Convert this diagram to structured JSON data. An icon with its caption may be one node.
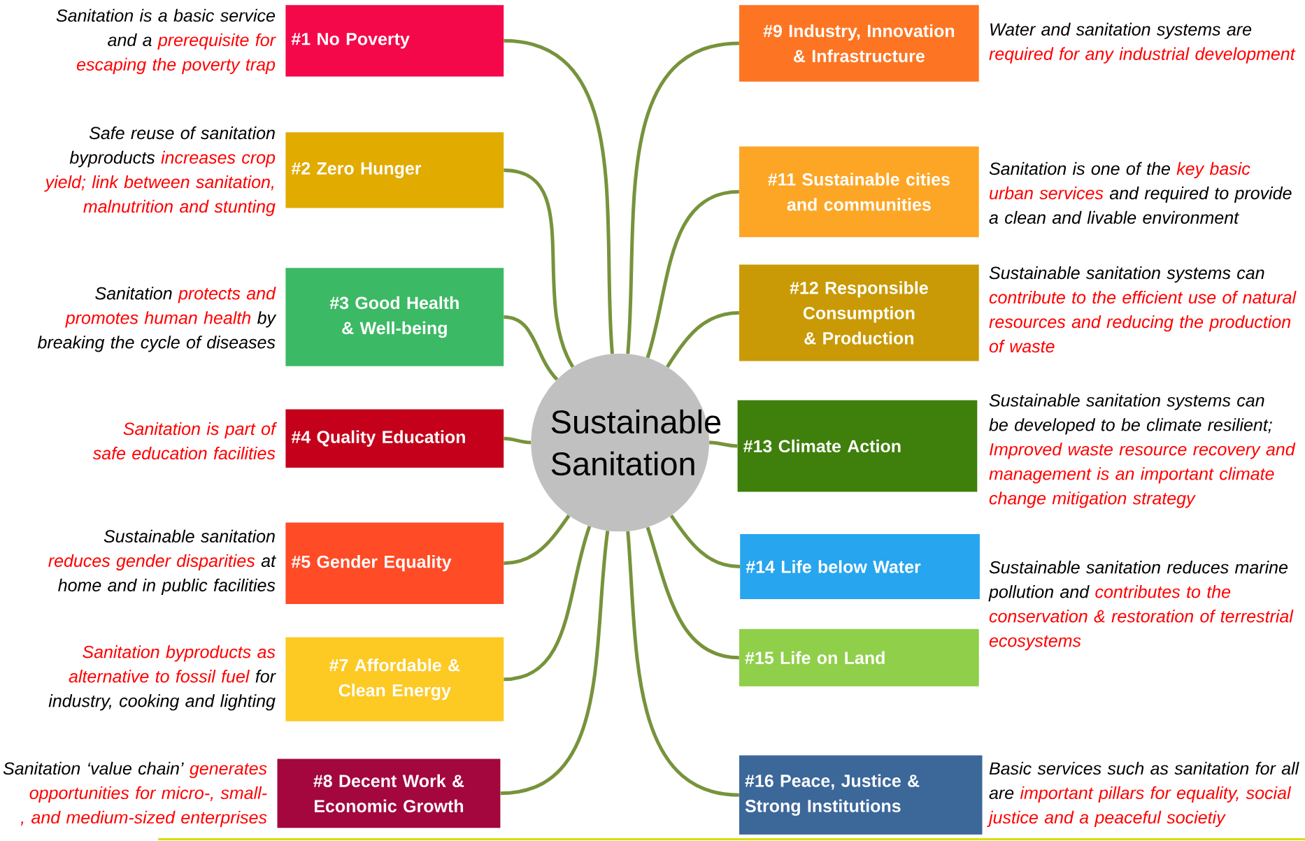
{
  "diagram": {
    "nodes": [
      {
        "text": [
          "Sustainable Sanitation"
        ]
      },
      {
        "text": [
          "#1 No Poverty"
        ],
        "beside": [
          "Sanitation is a basic service and a",
          "prerequisite for escaping the poverty trap"
        ]
      },
      {
        "text": [
          "#2 Zero Hunger"
        ],
        "beside": [
          "Safe reuse of sanitation byproducts",
          "increases crop yield; link between sanitation, malnutrition and stunting"
        ]
      },
      {
        "text": [
          "#3 Good Health & Well-being"
        ],
        "beside": [
          "Sanitation",
          "protects and promotes human health",
          "by breaking the cycle of diseases"
        ]
      },
      {
        "text": [
          "#4 Quality Education"
        ],
        "beside": [
          "Sanitation is part of safe education facilities"
        ]
      },
      {
        "text": [
          "#5 Gender Equality"
        ],
        "beside": [
          "Sustainable sanitation",
          "reduces gender disparities",
          "at home and in public facilities"
        ]
      },
      {
        "text": [
          "#7 Affordable & Clean Energy"
        ],
        "beside": [
          "Sanitation byproducts as alternative to fossil fuel",
          "for industry, cooking and lighting"
        ]
      },
      {
        "text": [
          "#8 Decent Work & Economic Growth"
        ],
        "beside": [
          "Sanitation ‘value chain’",
          "generates opportunities for micro-, small-, and medium-sized enterprises"
        ]
      },
      {
        "text": [
          "#9 Industry, Innovation & Infrastructure"
        ],
        "beside": [
          "Water and sanitation systems are",
          "required for any industrial development"
        ]
      },
      {
        "text": [
          "#11 Sustainable cities and communities"
        ],
        "beside": [
          "Sanitation is one of the",
          "key basic urban services",
          "and required to provide a clean and livable environment"
        ]
      },
      {
        "text": [
          "#12 Responsible Consumption & Production"
        ],
        "beside": [
          "Sustainable sanitation systems can",
          "contribute to the efficient use of natural resources and reducing the production of waste"
        ]
      },
      {
        "text": [
          "#13 Climate Action"
        ],
        "beside": [
          "Sustainable sanitation systems can be developed to be climate resilient;",
          "Improved waste resource recovery and management is an important climate change mitigation strategy"
        ]
      },
      {
        "text": [
          "#14 Life below Water"
        ],
        "beside": [
          "Sustainable sanitation reduces marine pollution and",
          "contributes to the conservation & restoration of terrestrial ecosystems"
        ]
      },
      {
        "text": [
          "#15 Life on Land"
        ]
      },
      {
        "text": [
          "#16 Peace, Justice & Strong Institutions"
        ],
        "beside": [
          "Basic services such as sanitation for all are",
          "important pillars for equality, social justice and a peaceful societiy"
        ]
      }
    ],
    "edges": [
      {
        "from": 0,
        "to": 1,
        "arrow": "none"
      },
      {
        "from": 0,
        "to": 2,
        "arrow": "none"
      },
      {
        "from": 0,
        "to": 3,
        "arrow": "none"
      },
      {
        "from": 0,
        "to": 4,
        "arrow": "none"
      },
      {
        "from": 0,
        "to": 5,
        "arrow": "none"
      },
      {
        "from": 0,
        "to": 6,
        "arrow": "none"
      },
      {
        "from": 0,
        "to": 7,
        "arrow": "none"
      },
      {
        "from": 0,
        "to": 8,
        "arrow": "none"
      },
      {
        "from": 0,
        "to": 9,
        "arrow": "none"
      },
      {
        "from": 0,
        "to": 10,
        "arrow": "none"
      },
      {
        "from": 0,
        "to": 11,
        "arrow": "none"
      },
      {
        "from": 0,
        "to": 12,
        "arrow": "none"
      },
      {
        "from": 0,
        "to": 13,
        "arrow": "none"
      },
      {
        "from": 0,
        "to": 14,
        "arrow": "none"
      }
    ]
  }
}
